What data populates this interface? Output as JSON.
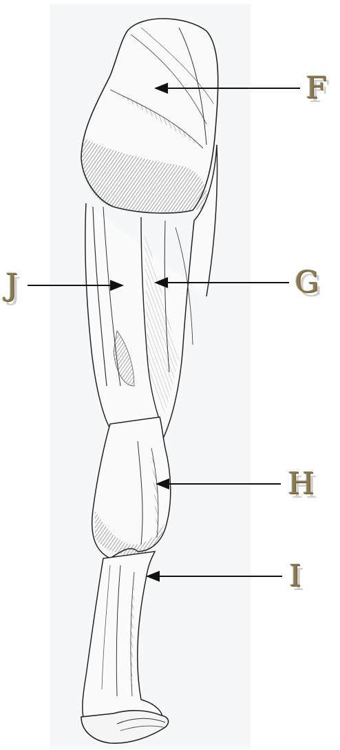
{
  "figure": {
    "labels": [
      {
        "id": "F",
        "text": "F"
      },
      {
        "id": "G",
        "text": "G"
      },
      {
        "id": "H",
        "text": "H"
      },
      {
        "id": "I",
        "text": "I"
      },
      {
        "id": "J",
        "text": "J"
      }
    ]
  },
  "colors": {
    "label": "#8a7a52",
    "label_shadow": "#cfcfcf",
    "ink": "#1a1a1a",
    "paper": "#f6f7f8"
  }
}
